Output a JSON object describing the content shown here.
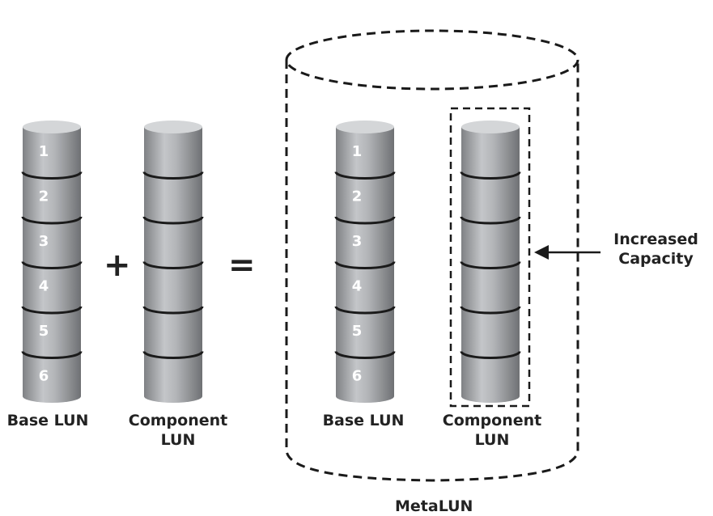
{
  "diagram": {
    "left_group": {
      "base_lun": {
        "label": "Base LUN",
        "segments": [
          "1",
          "2",
          "3",
          "4",
          "5",
          "6"
        ]
      },
      "component_lun": {
        "label": "Component\nLUN",
        "segment_count": 6
      }
    },
    "plus_symbol": "+",
    "equals_symbol": "=",
    "metalun": {
      "label": "MetaLUN",
      "base_lun": {
        "label": "Base LUN",
        "segments": [
          "1",
          "2",
          "3",
          "4",
          "5",
          "6"
        ]
      },
      "component_lun": {
        "label": "Component\nLUN",
        "segment_count": 6
      }
    },
    "callout": {
      "label": "Increased\nCapacity"
    },
    "colors": {
      "cylinder_body": "#a7a9ac",
      "cylinder_top": "#d4d6d8",
      "band_line": "#1a1a1a",
      "dash_line": "#1a1a1a",
      "text": "#222222"
    }
  }
}
